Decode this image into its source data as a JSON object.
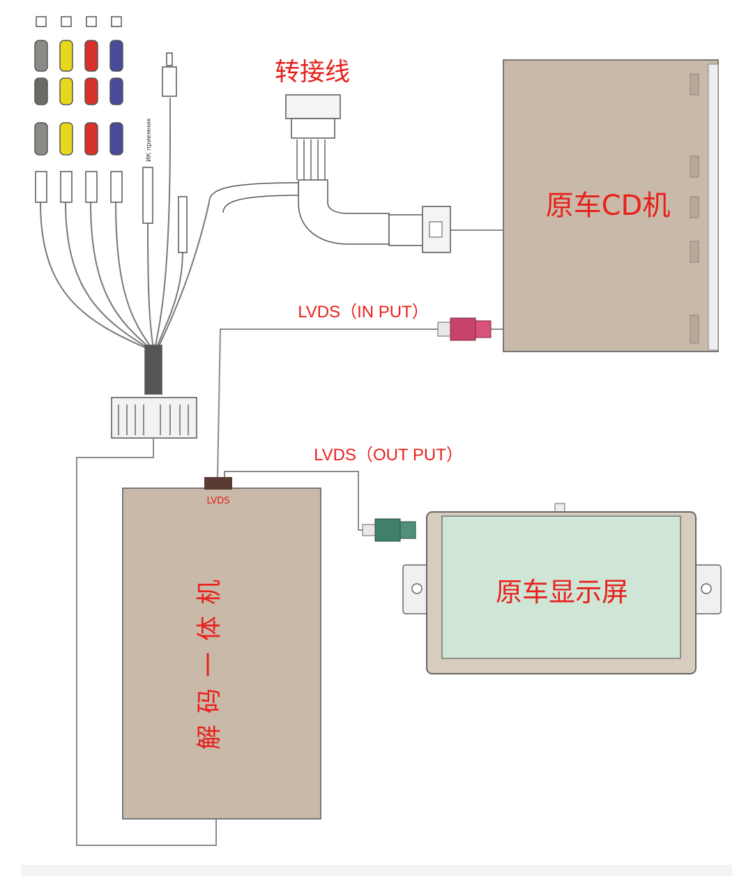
{
  "labels": {
    "adapter_cable": "转接线",
    "cd_unit": "原车CD机",
    "lvds_input": "LVDS（IN PUT）",
    "lvds_output": "LVDS（OUT PUT）",
    "decoder_port": "LVDS",
    "decoder_unit": [
      "解",
      "码",
      "一",
      "体",
      "机"
    ],
    "display": "原车显示屏",
    "harness_tag": "ИК приемник"
  },
  "colors": {
    "label_red": "#e8201c",
    "box_tan": "#c9b9a8",
    "screen_green": "#cfe6d6",
    "lvds_in_connector": "#c8426a",
    "lvds_out_connector": "#3f7f6b",
    "rca_yellow": "#e8d81c",
    "rca_red": "#d8302a",
    "rca_blue": "#4a4a9a",
    "rca_gray": "#8a8a86"
  }
}
